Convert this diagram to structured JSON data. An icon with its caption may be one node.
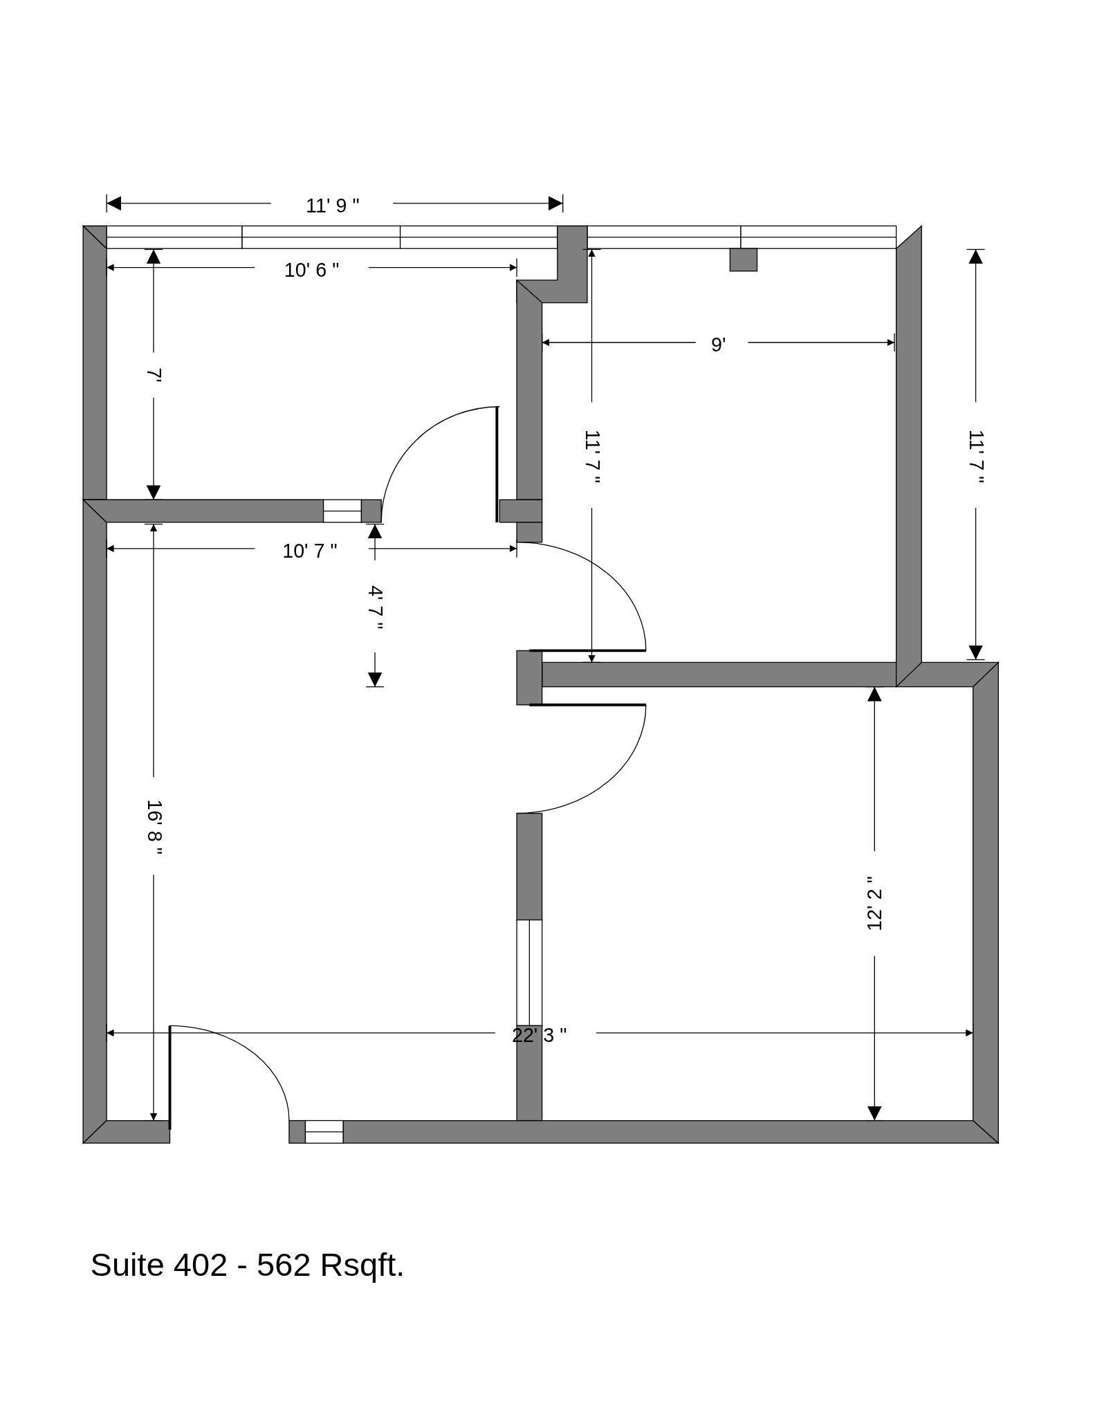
{
  "diagram": {
    "caption": "Suite 402 - 562 Rsqft.",
    "labels": [
      "11' 9 \"",
      "10' 6 \"",
      "9'",
      "7'",
      "11' 7 \"",
      "11' 7 \"",
      "10' 7 \"",
      "4' 7 \"",
      "16' 8 \"",
      "12' 2 \"",
      "22' 3 \""
    ]
  }
}
